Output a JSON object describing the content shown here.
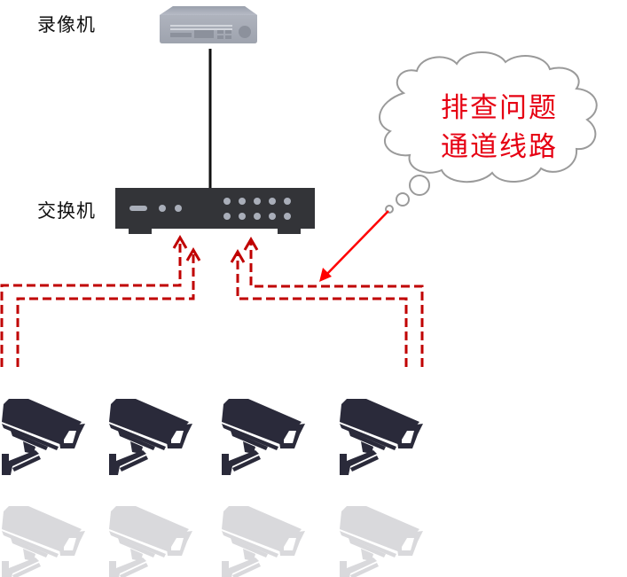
{
  "diagram": {
    "nvr": {
      "label": "录像机",
      "icon": "nvr-recorder-icon"
    },
    "switch": {
      "label": "交换机",
      "icon": "network-switch-icon"
    },
    "callout": {
      "line1": "排查问题",
      "line2": "通道线路",
      "text_color": "#e60012"
    },
    "cameras": [
      {
        "icon": "cctv-camera-icon"
      },
      {
        "icon": "cctv-camera-icon"
      },
      {
        "icon": "cctv-camera-icon"
      },
      {
        "icon": "cctv-camera-icon"
      }
    ],
    "colors": {
      "dashed_link": "#c00000",
      "callout_arrow": "#ff0000",
      "switch_body": "#333438",
      "camera": "#2a2a3a",
      "camera_reflection": "#d9d9dc",
      "nvr_body": "#a4a8b4"
    }
  }
}
